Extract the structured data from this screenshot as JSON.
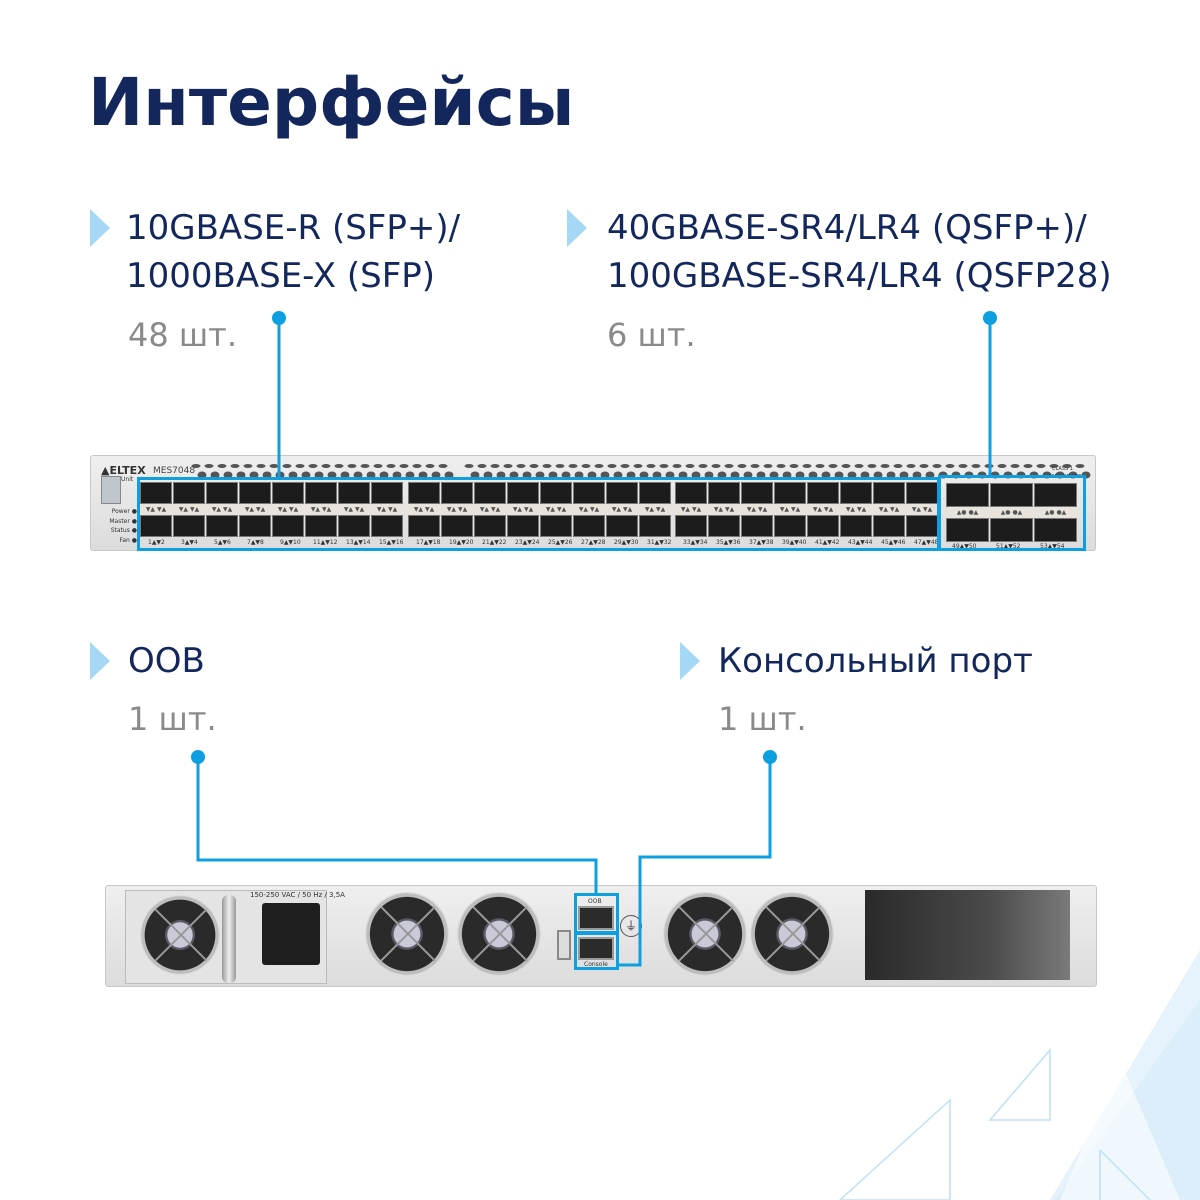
{
  "title": "Интерфейсы",
  "features": [
    {
      "line1": "10GBASE-R (SFP+)/",
      "line2": "1000BASE-X (SFP)",
      "count": "48 шт."
    },
    {
      "line1": "40GBASE-SR4/LR4 (QSFP+)/",
      "line2": "100GBASE-SR4/LR4 (QSFP28)",
      "count": "6 шт."
    },
    {
      "line1": "OOB",
      "count": "1 шт."
    },
    {
      "line1": "Консольный порт",
      "count": "1 шт."
    }
  ],
  "front_panel": {
    "brand": "ELTEX",
    "model": "MES7048",
    "unit_label": "Unit",
    "leds": [
      "Power",
      "Master",
      "Status",
      "Fan"
    ],
    "class_label": "CLASS 1",
    "laser_label": "LASER DEVICE",
    "sfp_port_labels": [
      "1▲▼2",
      "3▲▼4",
      "5▲▼6",
      "7▲▼8",
      "9▲▼10",
      "11▲▼12",
      "13▲▼14",
      "15▲▼16",
      "17▲▼18",
      "19▲▼20",
      "21▲▼22",
      "23▲▼24",
      "25▲▼26",
      "27▲▼28",
      "29▲▼30",
      "31▲▼32",
      "33▲▼34",
      "35▲▼36",
      "37▲▼38",
      "39▲▼40",
      "41▲▼42",
      "43▲▼44",
      "45▲▼46",
      "47▲▼48"
    ],
    "qsfp_port_labels": [
      "49▲▼50",
      "51▲▼52",
      "53▲▼54"
    ]
  },
  "rear_panel": {
    "power_label": "150-250 VAC / 50 Hz / 3,5A",
    "oob_label": "OOB",
    "console_label": "Console"
  },
  "colors": {
    "title": "#13275c",
    "accent": "#0d9fe0",
    "bullet": "#a5d8f5",
    "count": "#8a8a8a"
  }
}
